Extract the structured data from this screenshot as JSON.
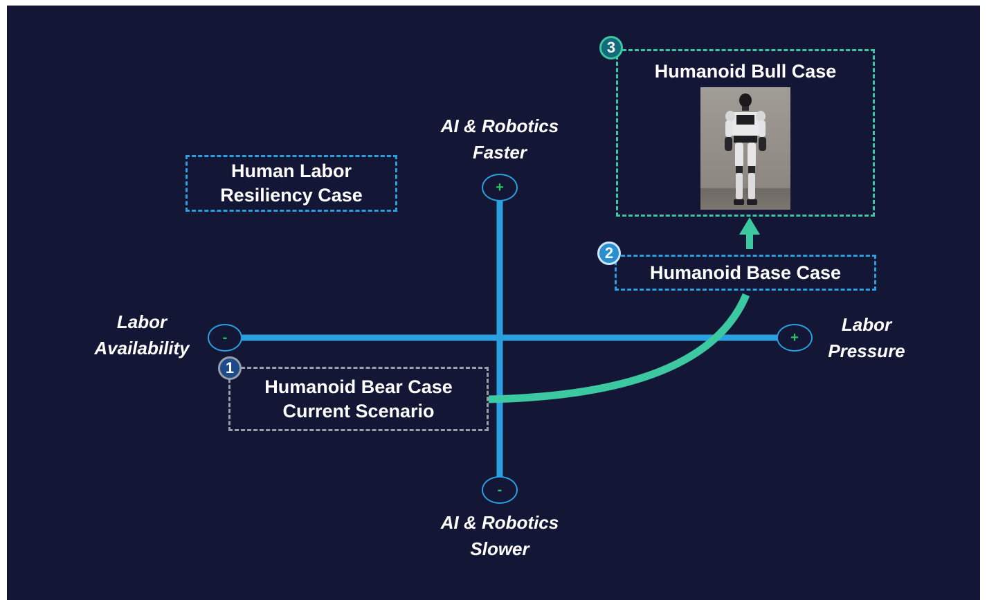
{
  "axes": {
    "top_label_line1": "AI & Robotics",
    "top_label_line2": "Faster",
    "bottom_label_line1": "AI & Robotics",
    "bottom_label_line2": "Slower",
    "left_label_line1": "Labor",
    "left_label_line2": "Availability",
    "right_label_line1": "Labor",
    "right_label_line2": "Pressure",
    "plus_symbol": "+",
    "minus_symbol": "-"
  },
  "cases": {
    "resiliency_line1": "Human Labor",
    "resiliency_line2": "Resiliency Case",
    "bear_line1": "Humanoid Bear Case",
    "bear_line2": "Current Scenario",
    "bear_number": "1",
    "base_label": "Humanoid Base Case",
    "base_number": "2",
    "bull_label": "Humanoid Bull Case",
    "bull_number": "3"
  },
  "colors": {
    "background": "#131735",
    "axis": "#2aa0e0",
    "plus_sign": "#22c55e",
    "transition_arrow": "#3cc8a0",
    "bull_border": "#3cc8a0",
    "base_border": "#2aa0e0",
    "resiliency_border": "#2aa0e0",
    "bear_border": "#9aa0a8"
  }
}
